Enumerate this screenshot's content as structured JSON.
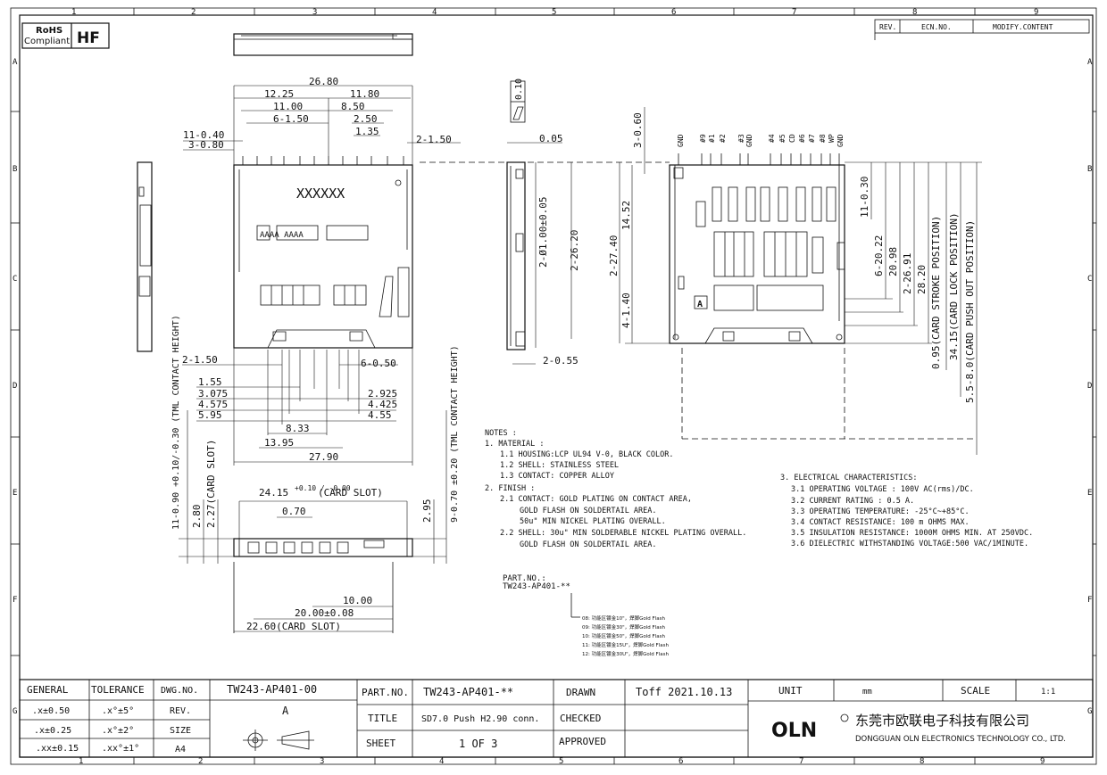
{
  "frame": {
    "col_numbers": [
      "1",
      "2",
      "3",
      "4",
      "5",
      "6",
      "7",
      "8",
      "9"
    ],
    "row_letters": [
      "A",
      "B",
      "C",
      "D",
      "E",
      "F",
      "G"
    ]
  },
  "rohs": {
    "line1": "RoHS",
    "line2": "Compliant",
    "hf": "HF"
  },
  "revision_table": {
    "rev": "REV.",
    "ecn": "ECN.NO.",
    "modify": "MODIFY.CONTENT"
  },
  "top_view": {
    "marking": "XXXXXX",
    "dims_top": [
      "26.80",
      "12.25",
      "11.80",
      "11.00",
      "8.50",
      "6-1.50",
      "2.50",
      "1.35",
      "11-0.40",
      "3-0.80",
      "2-1.50"
    ],
    "dims_bottom": [
      "2-1.50",
      "6-0.50",
      "1.55",
      "3.075",
      "2.925",
      "4.575",
      "4.425",
      "5.95",
      "4.55",
      "8.33",
      "13.95",
      "27.90"
    ]
  },
  "side_view": {
    "dims": [
      "0.10",
      "0.05",
      "3-0.60",
      "2-26.20",
      "2-Ø1.00±0.05",
      "2-0.55",
      "14.52",
      "2-27.40",
      "4-1.40"
    ]
  },
  "right_view": {
    "pin_labels": [
      "GND",
      "#9",
      "#1",
      "#2",
      "#3",
      "GND",
      "#4",
      "#5",
      "CD",
      "#6",
      "#7",
      "#8",
      "WP",
      "GND"
    ],
    "marker": "A",
    "dims": [
      "11-0.30",
      "6-20.22",
      "20.98",
      "2-26.91",
      "28.20",
      "0.95(CARD STROKE POSITION)",
      "34.15(CARD LOCK POSITION)",
      "5.5-8.0(CARD PUSH OUT POSITION)"
    ]
  },
  "front_view": {
    "card_slot_top": "24.15",
    "card_slot_tol": "+0.10 / -0.00",
    "card_slot_label": "(CARD SLOT)",
    "dim_070": "0.70",
    "dim_280": "2.80",
    "dim_227": "2.27(CARD SLOT)",
    "dim_left_height": "11-0.90 +0.10/-0.30 (TML CONTACT HEIGHT)",
    "dim_right_height": "9-0.70 ±0.20 (TML CONTACT HEIGHT)",
    "dim_295": "2.95",
    "dim_1000": "10.00",
    "dim_2000": "20.00±0.08",
    "dim_2260": "22.60(CARD SLOT)"
  },
  "notes": {
    "title": "NOTES :",
    "lines": [
      "1. MATERIAL :",
      "1.1 HOUSING:LCP UL94 V-0, BLACK COLOR.",
      "1.2 SHELL: STAINLESS STEEL",
      "1.3 CONTACT: COPPER ALLOY",
      "2. FINISH :",
      "2.1 CONTACT: GOLD PLATING ON CONTACT AREA,",
      "GOLD FLASH ON SOLDERTAIL AREA.",
      "50u\" MIN NICKEL PLATING OVERALL.",
      "2.2 SHELL: 30u\" MIN SOLDERABLE NICKEL PLATING OVERALL.",
      "GOLD FLASH ON SOLDERTAIL AREA."
    ],
    "electrical": [
      "3. ELECTRICAL CHARACTERISTICS:",
      "3.1 OPERATING VOLTAGE : 100V AC(rms)/DC.",
      "3.2 CURRENT RATING : 0.5 A.",
      "3.3 OPERATING TEMPERATURE: -25°C~+85°C.",
      "3.4 CONTACT RESISTANCE: 100 m OHMS MAX.",
      "3.5 INSULATION RESISTANCE: 1000M OHMS MIN. AT 250VDC.",
      "3.6 DIELECTRIC WITHSTANDING VOLTAGE:500 VAC/1MINUTE."
    ]
  },
  "part_no": {
    "label": "PART.NO.:",
    "value": "TW243-AP401-**",
    "options": [
      "08: 功能区镀金10\"，焊脚Gold Flash",
      "09: 功能区镀金30\"，焊脚Gold Flash",
      "10: 功能区镀金50\"，焊脚Gold Flash",
      "11: 功能区镀金15U\"，焊脚Gold Flash",
      "12: 功能区镀金30U\"，焊脚Gold Flash"
    ]
  },
  "title_block": {
    "general": "GENERAL",
    "tolerance": "TOLERANCE",
    "tol_rows": [
      {
        "left": ".x±0.50",
        "right": ".x°±5°"
      },
      {
        "left": ".x±0.25",
        "right": ".x°±2°"
      },
      {
        "left": ".xx±0.15",
        "right": ".xx°±1°"
      }
    ],
    "dwg_no_label": "DWG.NO.",
    "dwg_no": "TW243-AP401-00",
    "rev_label": "REV.",
    "rev": "A",
    "size_label": "SIZE",
    "size": "A4",
    "part_no_label": "PART.NO.",
    "part_no": "TW243-AP401-**",
    "title_label": "TITLE",
    "title": "SD7.0 Push H2.90 conn.",
    "sheet_label": "SHEET",
    "sheet": "1 OF 3",
    "drawn_label": "DRAWN",
    "drawn": "Toff 2021.10.13",
    "checked_label": "CHECKED",
    "approved_label": "APPROVED",
    "unit_label": "UNIT",
    "unit": "mm",
    "scale_label": "SCALE",
    "scale": "1:1",
    "company_logo": "OLN",
    "company_cn": "东莞市欧联电子科技有限公司",
    "company_en": "DONGGUAN OLN ELECTRONICS TECHNOLOGY CO., LTD."
  }
}
